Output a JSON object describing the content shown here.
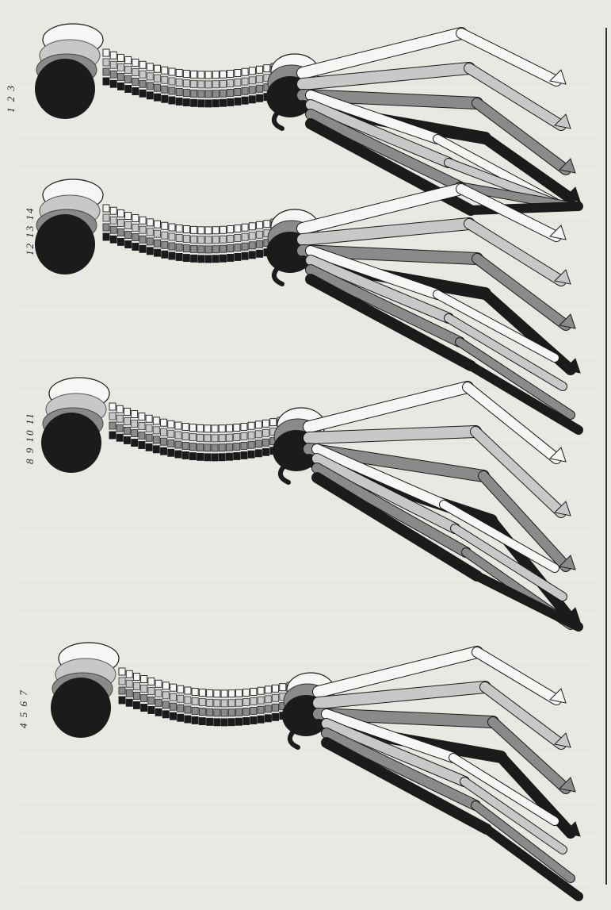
{
  "figure": {
    "panels": [
      {
        "id": "p1",
        "frame_labels": "1 2 3"
      },
      {
        "id": "p2",
        "frame_labels": "12 13 14"
      },
      {
        "id": "p3",
        "frame_labels": "8 9 10 11"
      },
      {
        "id": "p4",
        "frame_labels": "4 5 6 7"
      }
    ]
  },
  "colors": {
    "paper": "#e9e8e3",
    "ink": "#1b1b1b",
    "mid_gray": "#8a8a8a",
    "light_gray": "#c8c8c8",
    "outline_white": "#f6f6f4"
  }
}
